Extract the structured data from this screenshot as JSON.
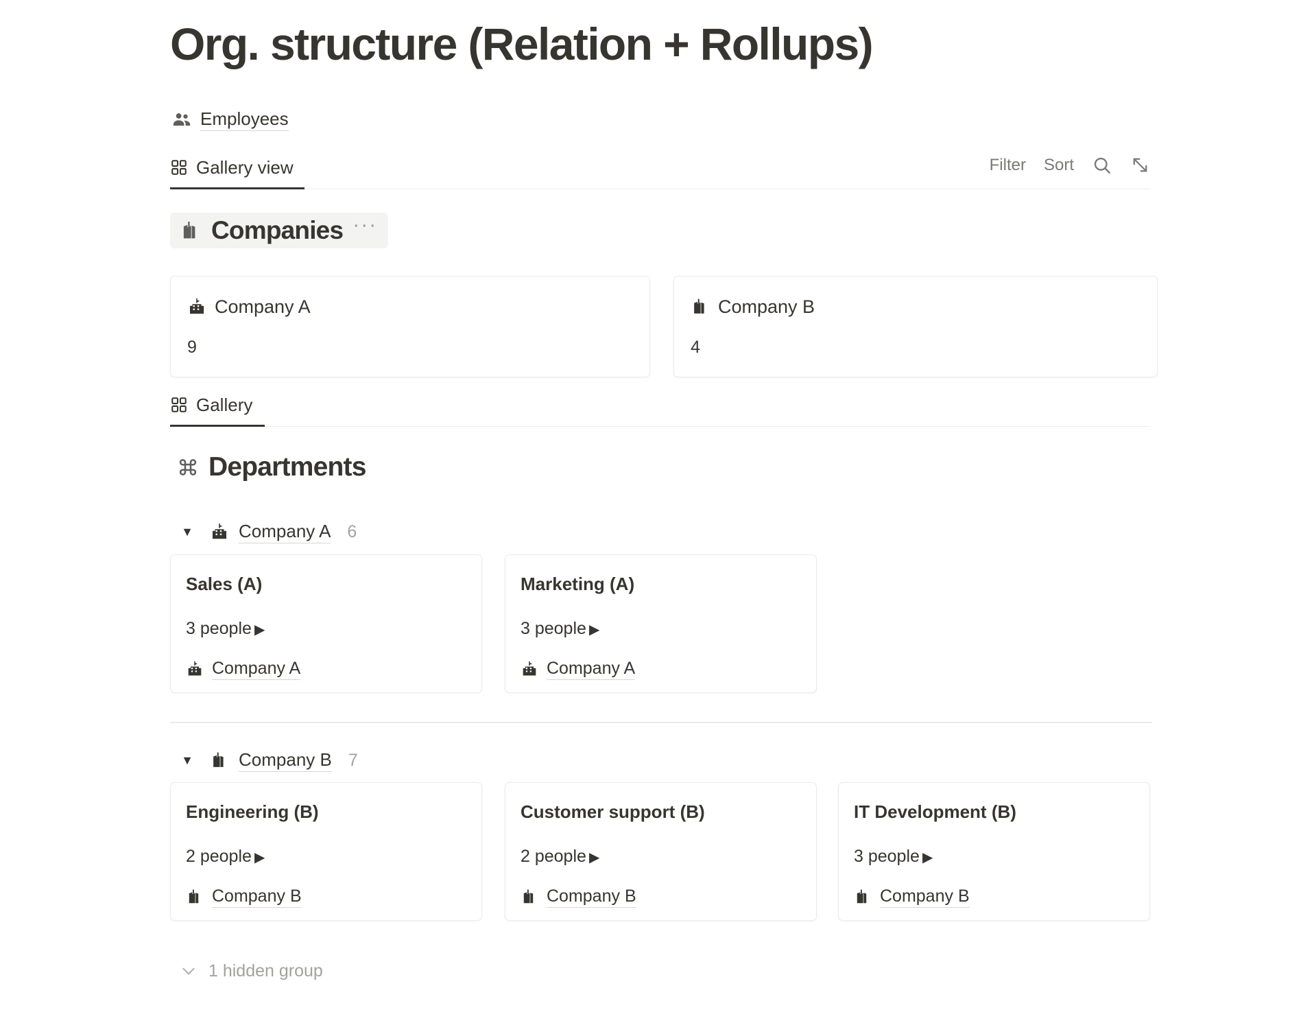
{
  "page": {
    "title": "Org. structure (Relation + Rollups)"
  },
  "source": {
    "icon": "people-group-icon",
    "label": "Employees"
  },
  "views": [
    {
      "tab_icon": "gallery-grid-icon",
      "tab_label": "Gallery view",
      "actions": {
        "filter_label": "Filter",
        "sort_label": "Sort",
        "search_icon": "search-icon",
        "expand_icon": "expand-diagonal-icon"
      }
    },
    {
      "tab_icon": "gallery-grid-icon",
      "tab_label": "Gallery"
    }
  ],
  "companies_section": {
    "icon": "city-buildings-icon",
    "heading": "Companies",
    "more_label": "···",
    "cards": [
      {
        "icon": "school-building-icon",
        "name": "Company A",
        "value": "9"
      },
      {
        "icon": "city-buildings-icon",
        "name": "Company B",
        "value": "4"
      }
    ]
  },
  "departments_section": {
    "icon": "command-icon",
    "heading": "Departments",
    "groups": [
      {
        "toggle_glyph": "▼",
        "icon": "school-building-icon",
        "name": "Company A",
        "count": "6",
        "cards": [
          {
            "title": "Sales (A)",
            "people": "3 people",
            "play_glyph": "▶",
            "relation_icon": "school-building-icon",
            "relation_label": "Company A"
          },
          {
            "title": "Marketing (A)",
            "people": "3 people",
            "play_glyph": "▶",
            "relation_icon": "school-building-icon",
            "relation_label": "Company A"
          }
        ]
      },
      {
        "toggle_glyph": "▼",
        "icon": "city-buildings-icon",
        "name": "Company B",
        "count": "7",
        "cards": [
          {
            "title": "Engineering (B)",
            "people": "2 people",
            "play_glyph": "▶",
            "relation_icon": "city-buildings-icon",
            "relation_label": "Company B"
          },
          {
            "title": "Customer support (B)",
            "people": "2 people",
            "play_glyph": "▶",
            "relation_icon": "city-buildings-icon",
            "relation_label": "Company B"
          },
          {
            "title": "IT Development (B)",
            "people": "3 people",
            "play_glyph": "▶",
            "relation_icon": "city-buildings-icon",
            "relation_label": "Company B"
          }
        ]
      }
    ],
    "hidden_group": {
      "icon": "chevron-down-icon",
      "label": "1 hidden group"
    }
  },
  "colors": {
    "text": "#37352f",
    "muted": "#a3a29f",
    "border": "#ebebea",
    "hover_bg": "#f3f3f2"
  }
}
